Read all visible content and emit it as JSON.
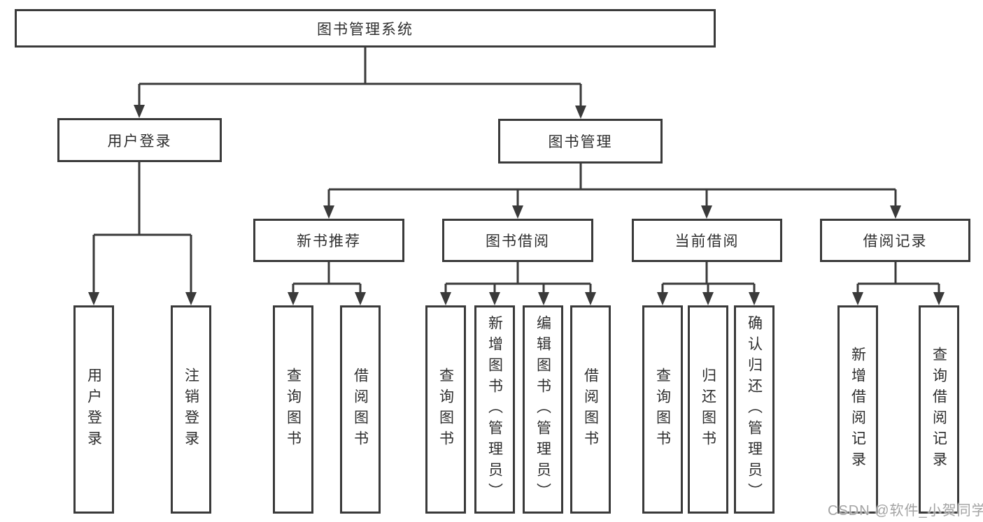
{
  "colors": {
    "line": "#3a3a3a",
    "text": "#2e2e2e",
    "background": "#ffffff",
    "watermark": "#a3a3a3"
  },
  "root": {
    "label": "图书管理系统"
  },
  "level2": {
    "user_login": {
      "label": "用户登录"
    },
    "book_management": {
      "label": "图书管理"
    }
  },
  "level3": {
    "new_books": {
      "label": "新书推荐"
    },
    "book_borrow": {
      "label": "图书借阅"
    },
    "current_borrow": {
      "label": "当前借阅"
    },
    "borrow_records": {
      "label": "借阅记录"
    }
  },
  "leaves": {
    "user_login": [
      "用户登录",
      "注销登录"
    ],
    "new_books": [
      "查询图书",
      "借阅图书"
    ],
    "book_borrow": [
      "查询图书",
      "新增图书（管理员）",
      "编辑图书（管理员）",
      "借阅图书"
    ],
    "current_borrow": [
      "查询图书",
      "归还图书",
      "确认归还（管理员）"
    ],
    "borrow_records": [
      "新增借阅记录",
      "查询借阅记录"
    ]
  },
  "watermark": "CSDN @软件_小贺同学"
}
